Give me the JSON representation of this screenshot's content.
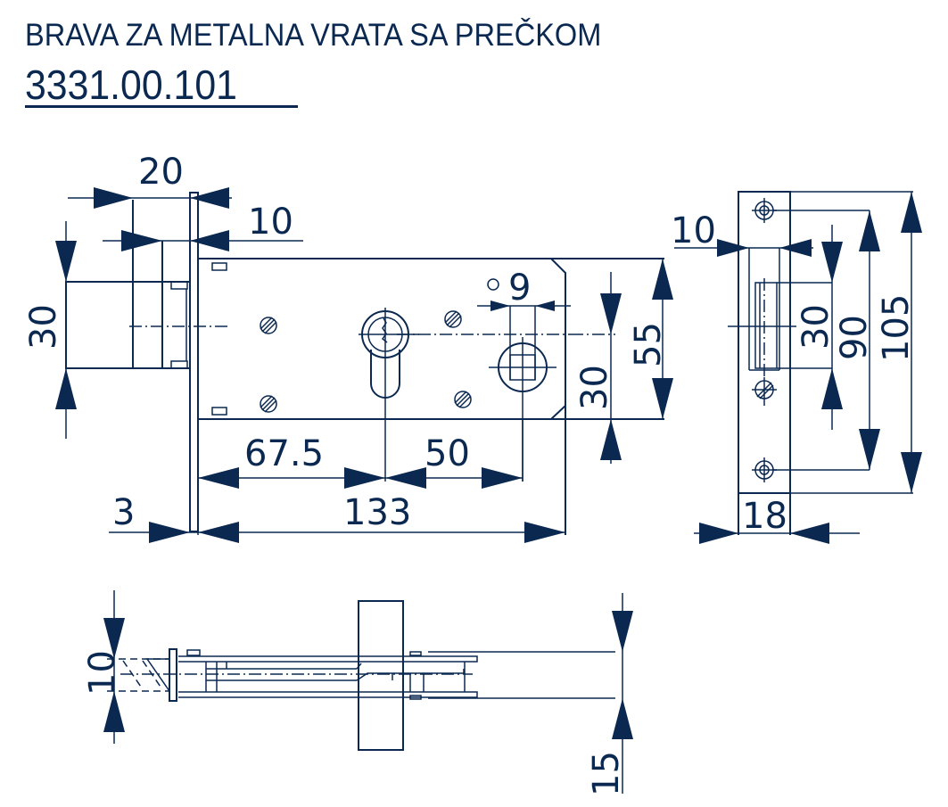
{
  "header": {
    "title": "BRAVA ZA METALNA VRATA SA PREČKOM",
    "code": "3331.00.101"
  },
  "colors": {
    "line": "#0a2850",
    "background": "#ffffff"
  },
  "front_view": {
    "dims": {
      "faceplate_offset": "20",
      "bolt_width": "10",
      "bolt_height": "30",
      "backset": "67.5",
      "center_distance": "50",
      "body_length": "133",
      "faceplate_thickness": "3",
      "spindle_square": "9",
      "follower_height": "30",
      "body_height": "55"
    }
  },
  "strike_plate": {
    "dims": {
      "opening_width": "10",
      "opening_height": "30",
      "hole_spacing": "90",
      "plate_height": "105",
      "plate_width": "18"
    }
  },
  "top_view": {
    "dims": {
      "bolt_thickness": "10",
      "body_depth": "15"
    }
  }
}
